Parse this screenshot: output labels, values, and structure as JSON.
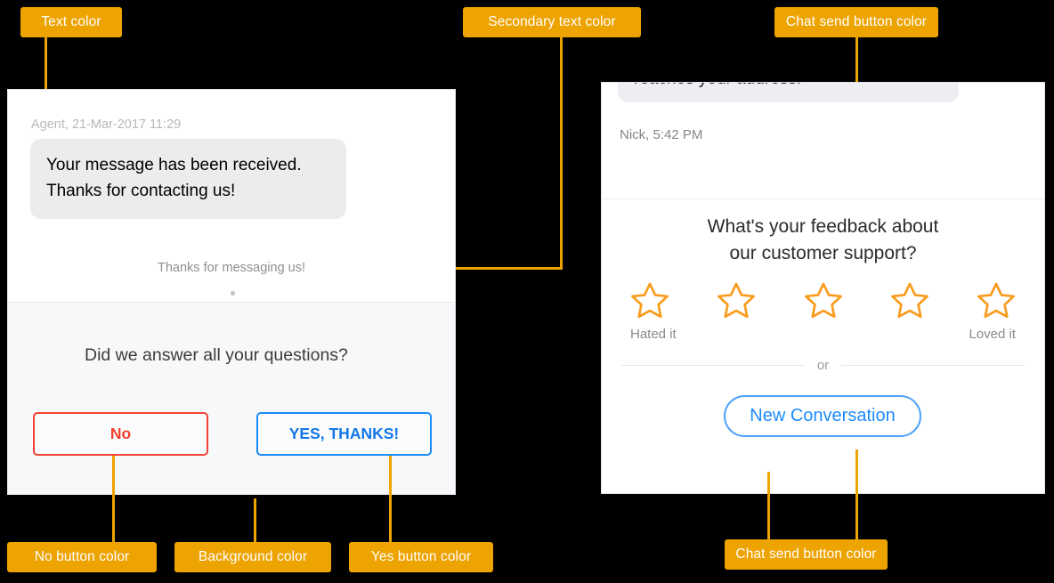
{
  "callouts": [
    {
      "id": "text-color",
      "label": "Text color"
    },
    {
      "id": "secondary-text-color",
      "label": "Secondary text color"
    },
    {
      "id": "chat-send-button-color-top",
      "label": "Chat send button color"
    },
    {
      "id": "no-button-color",
      "label": "No button color"
    },
    {
      "id": "background-color",
      "label": "Background color"
    },
    {
      "id": "yes-button-color",
      "label": "Yes button color"
    },
    {
      "id": "chat-send-button-color-bottom",
      "label": "Chat send button color"
    }
  ],
  "left_widget": {
    "message_meta": "Agent, 21-Mar-2017 11:29",
    "message_text": "Your message has been received. Thanks for contacting us!",
    "system_note": "Thanks for messaging us!",
    "question": "Did we answer all your questions?",
    "no_button": "No",
    "yes_button": "YES, THANKS!"
  },
  "right_widget": {
    "message_text": "reaches your address.",
    "message_meta": "Nick, 5:42 PM",
    "feedback_title_line1": "What's your feedback about",
    "feedback_title_line2": "our customer support?",
    "stars": [
      "star-1",
      "star-2",
      "star-3",
      "star-4",
      "star-5"
    ],
    "low_label": "Hated it",
    "high_label": "Loved it",
    "or_text": "or",
    "new_conversation_button": "New Conversation"
  },
  "colors": {
    "callout_bg": "#EDA300",
    "callout_text": "#FFFFFF",
    "page_bg": "#000000",
    "panel_bg": "#FFFFFF",
    "footer_bg": "#F7F8FA",
    "bubble_bg": "#ECECEC",
    "text_color": "#3C3C3C",
    "secondary_text_color": "#8F8F8F",
    "no_button_color": "#F44336",
    "yes_button_color": "#1B8BF9",
    "chat_send_button_color": "#4DA2FB",
    "star_color": "#F99B1C"
  }
}
